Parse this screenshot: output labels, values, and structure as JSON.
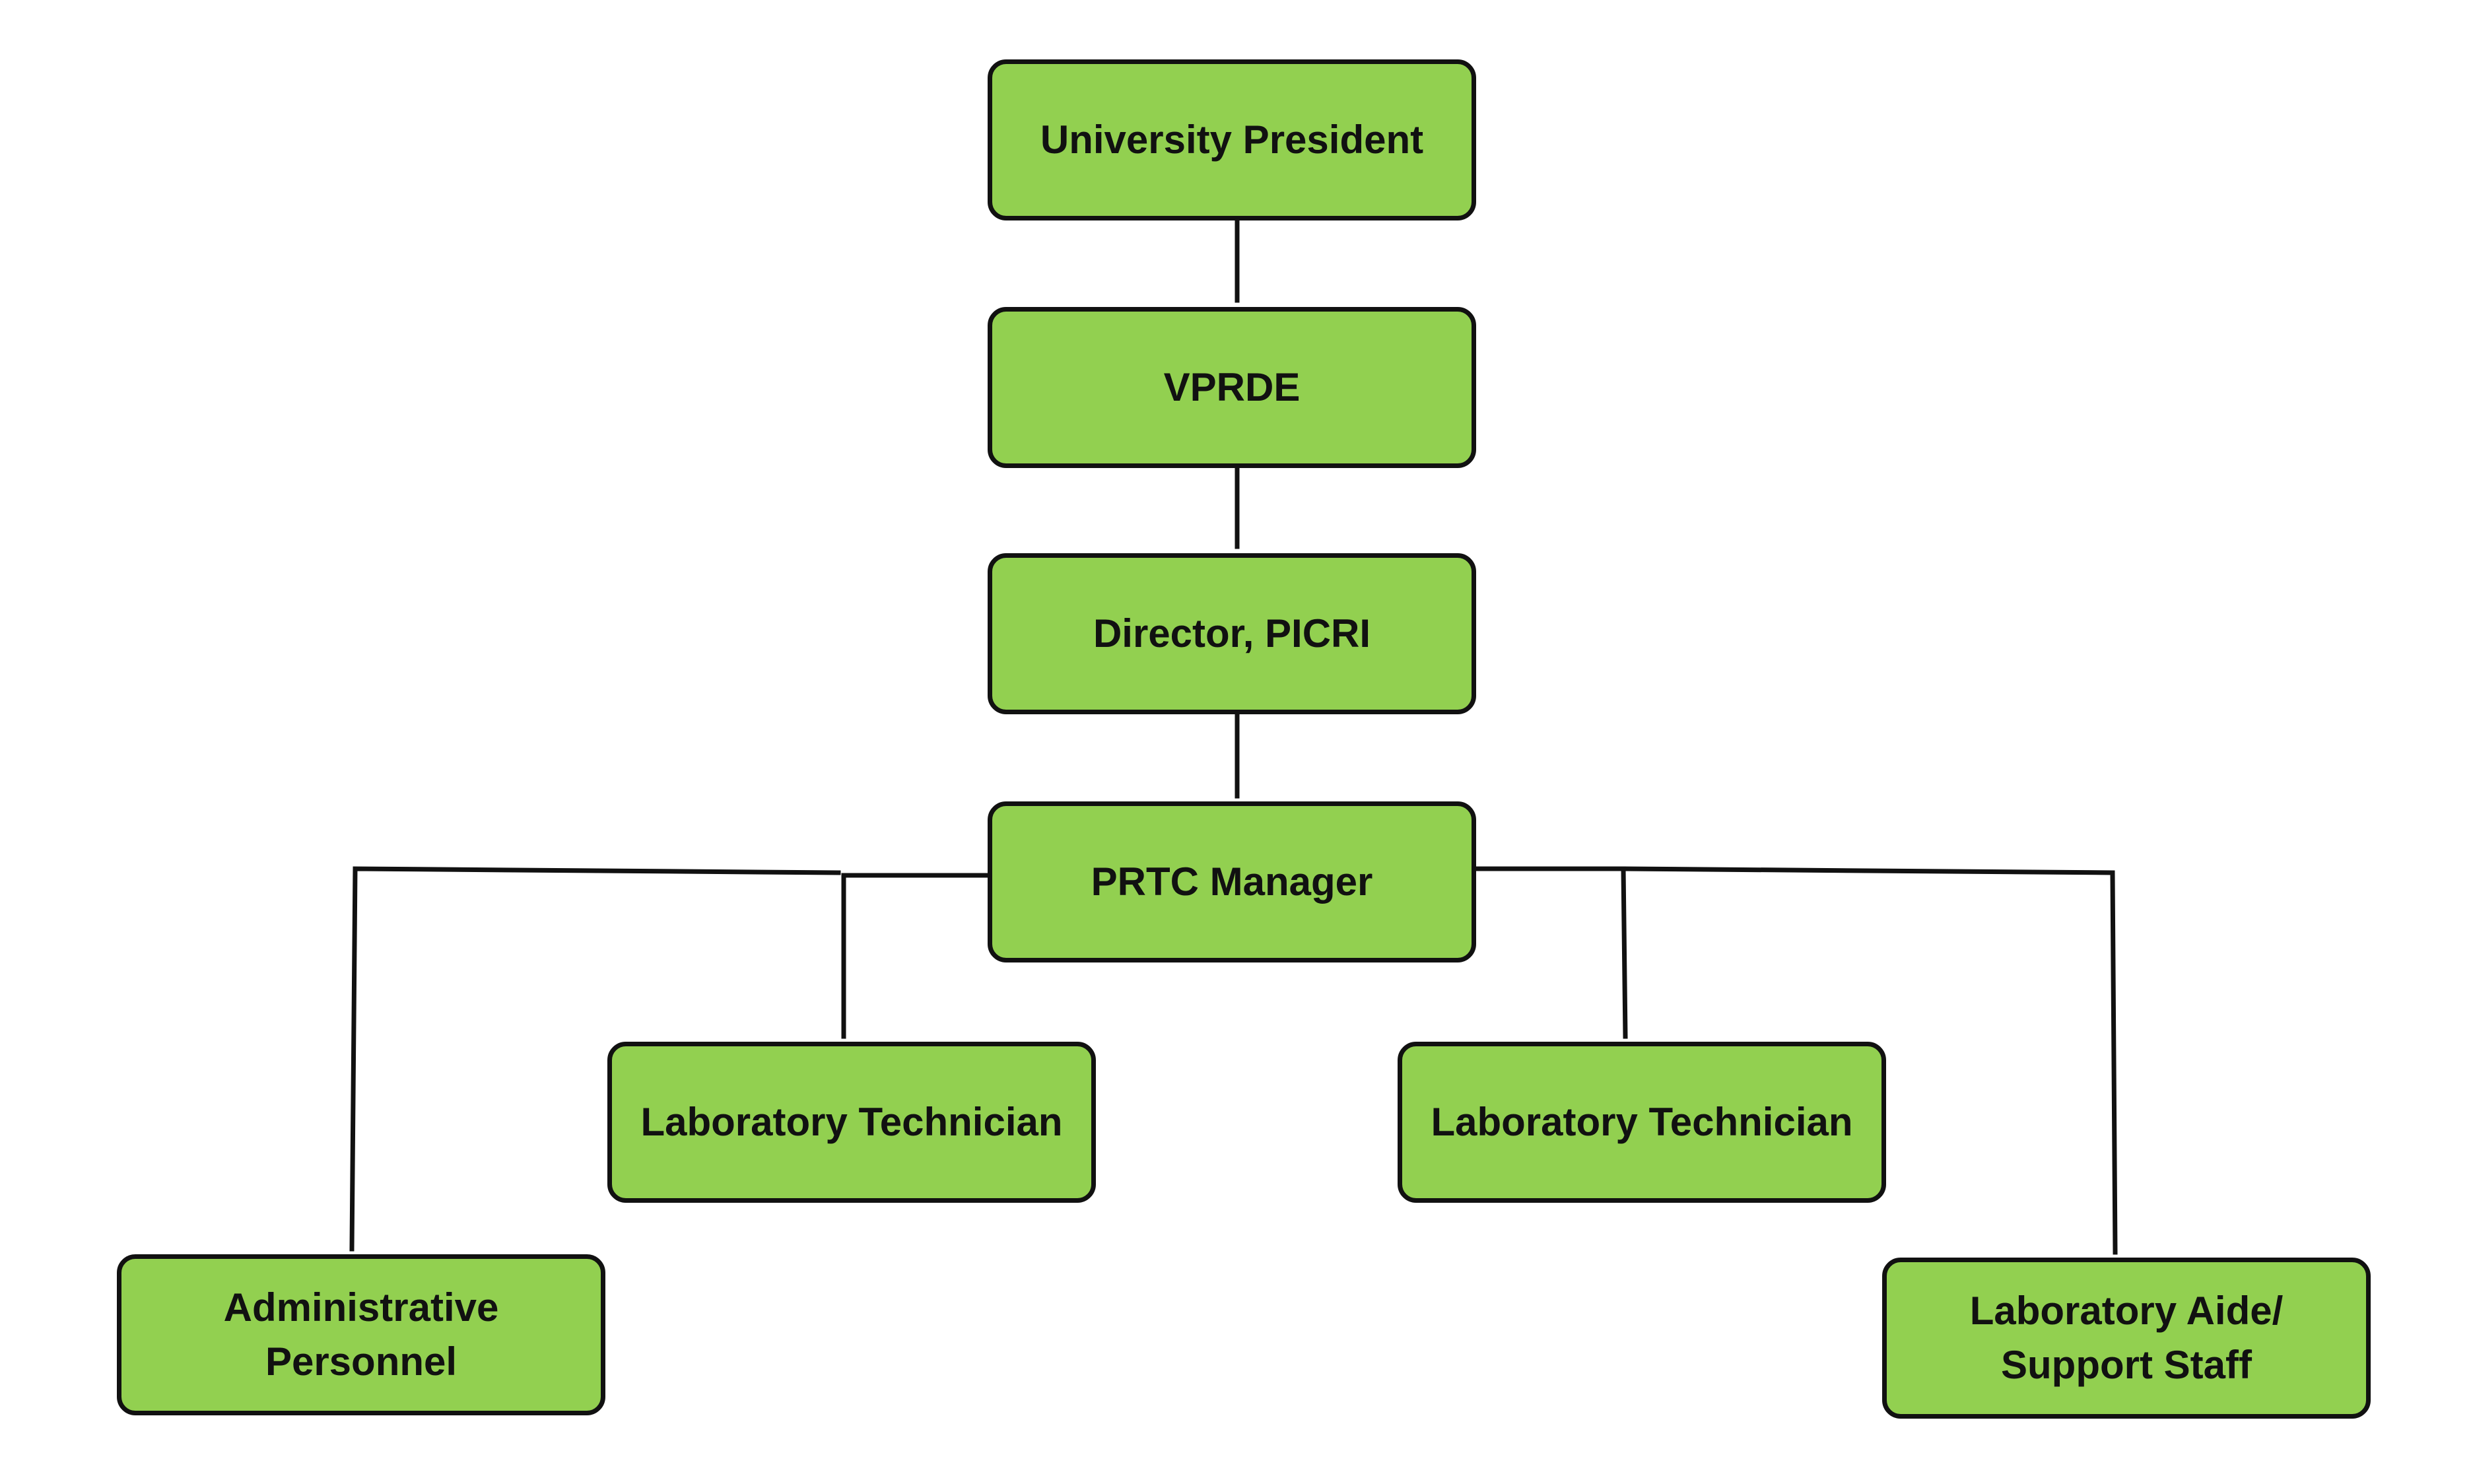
{
  "nodes": {
    "president": "University President",
    "vprde": "VPRDE",
    "director": "Director, PICRI",
    "manager": "PRTC Manager",
    "tech_left": "Laboratory Technician",
    "tech_right": "Laboratory Technician",
    "admin": "Administrative\nPersonnel",
    "aide": "Laboratory Aide/\nSupport Staff"
  },
  "colors": {
    "box_fill": "#92d050",
    "box_border": "#111111",
    "connector": "#111111",
    "text": "#111111",
    "background": "#ffffff"
  }
}
